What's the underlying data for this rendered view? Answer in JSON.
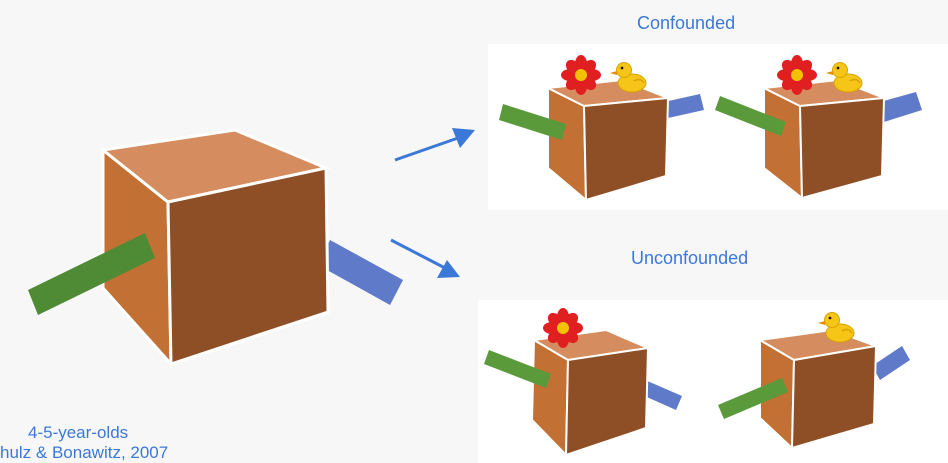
{
  "labels": {
    "confounded": "Confounded",
    "unconfounded": "Unconfounded"
  },
  "caption": {
    "age": "4-5-year-olds",
    "citation": "hulz & Bonawitz, 2007"
  },
  "colors": {
    "text": "#3c78d8",
    "box_front": "#8f4f26",
    "box_side": "#c27033",
    "box_top": "#d58c5e",
    "green_stick": "#5a9a3a",
    "blue_stick": "#5f7ac8",
    "arrow": "#3c78d8"
  },
  "icons": [
    "flower-icon",
    "duck-icon"
  ]
}
